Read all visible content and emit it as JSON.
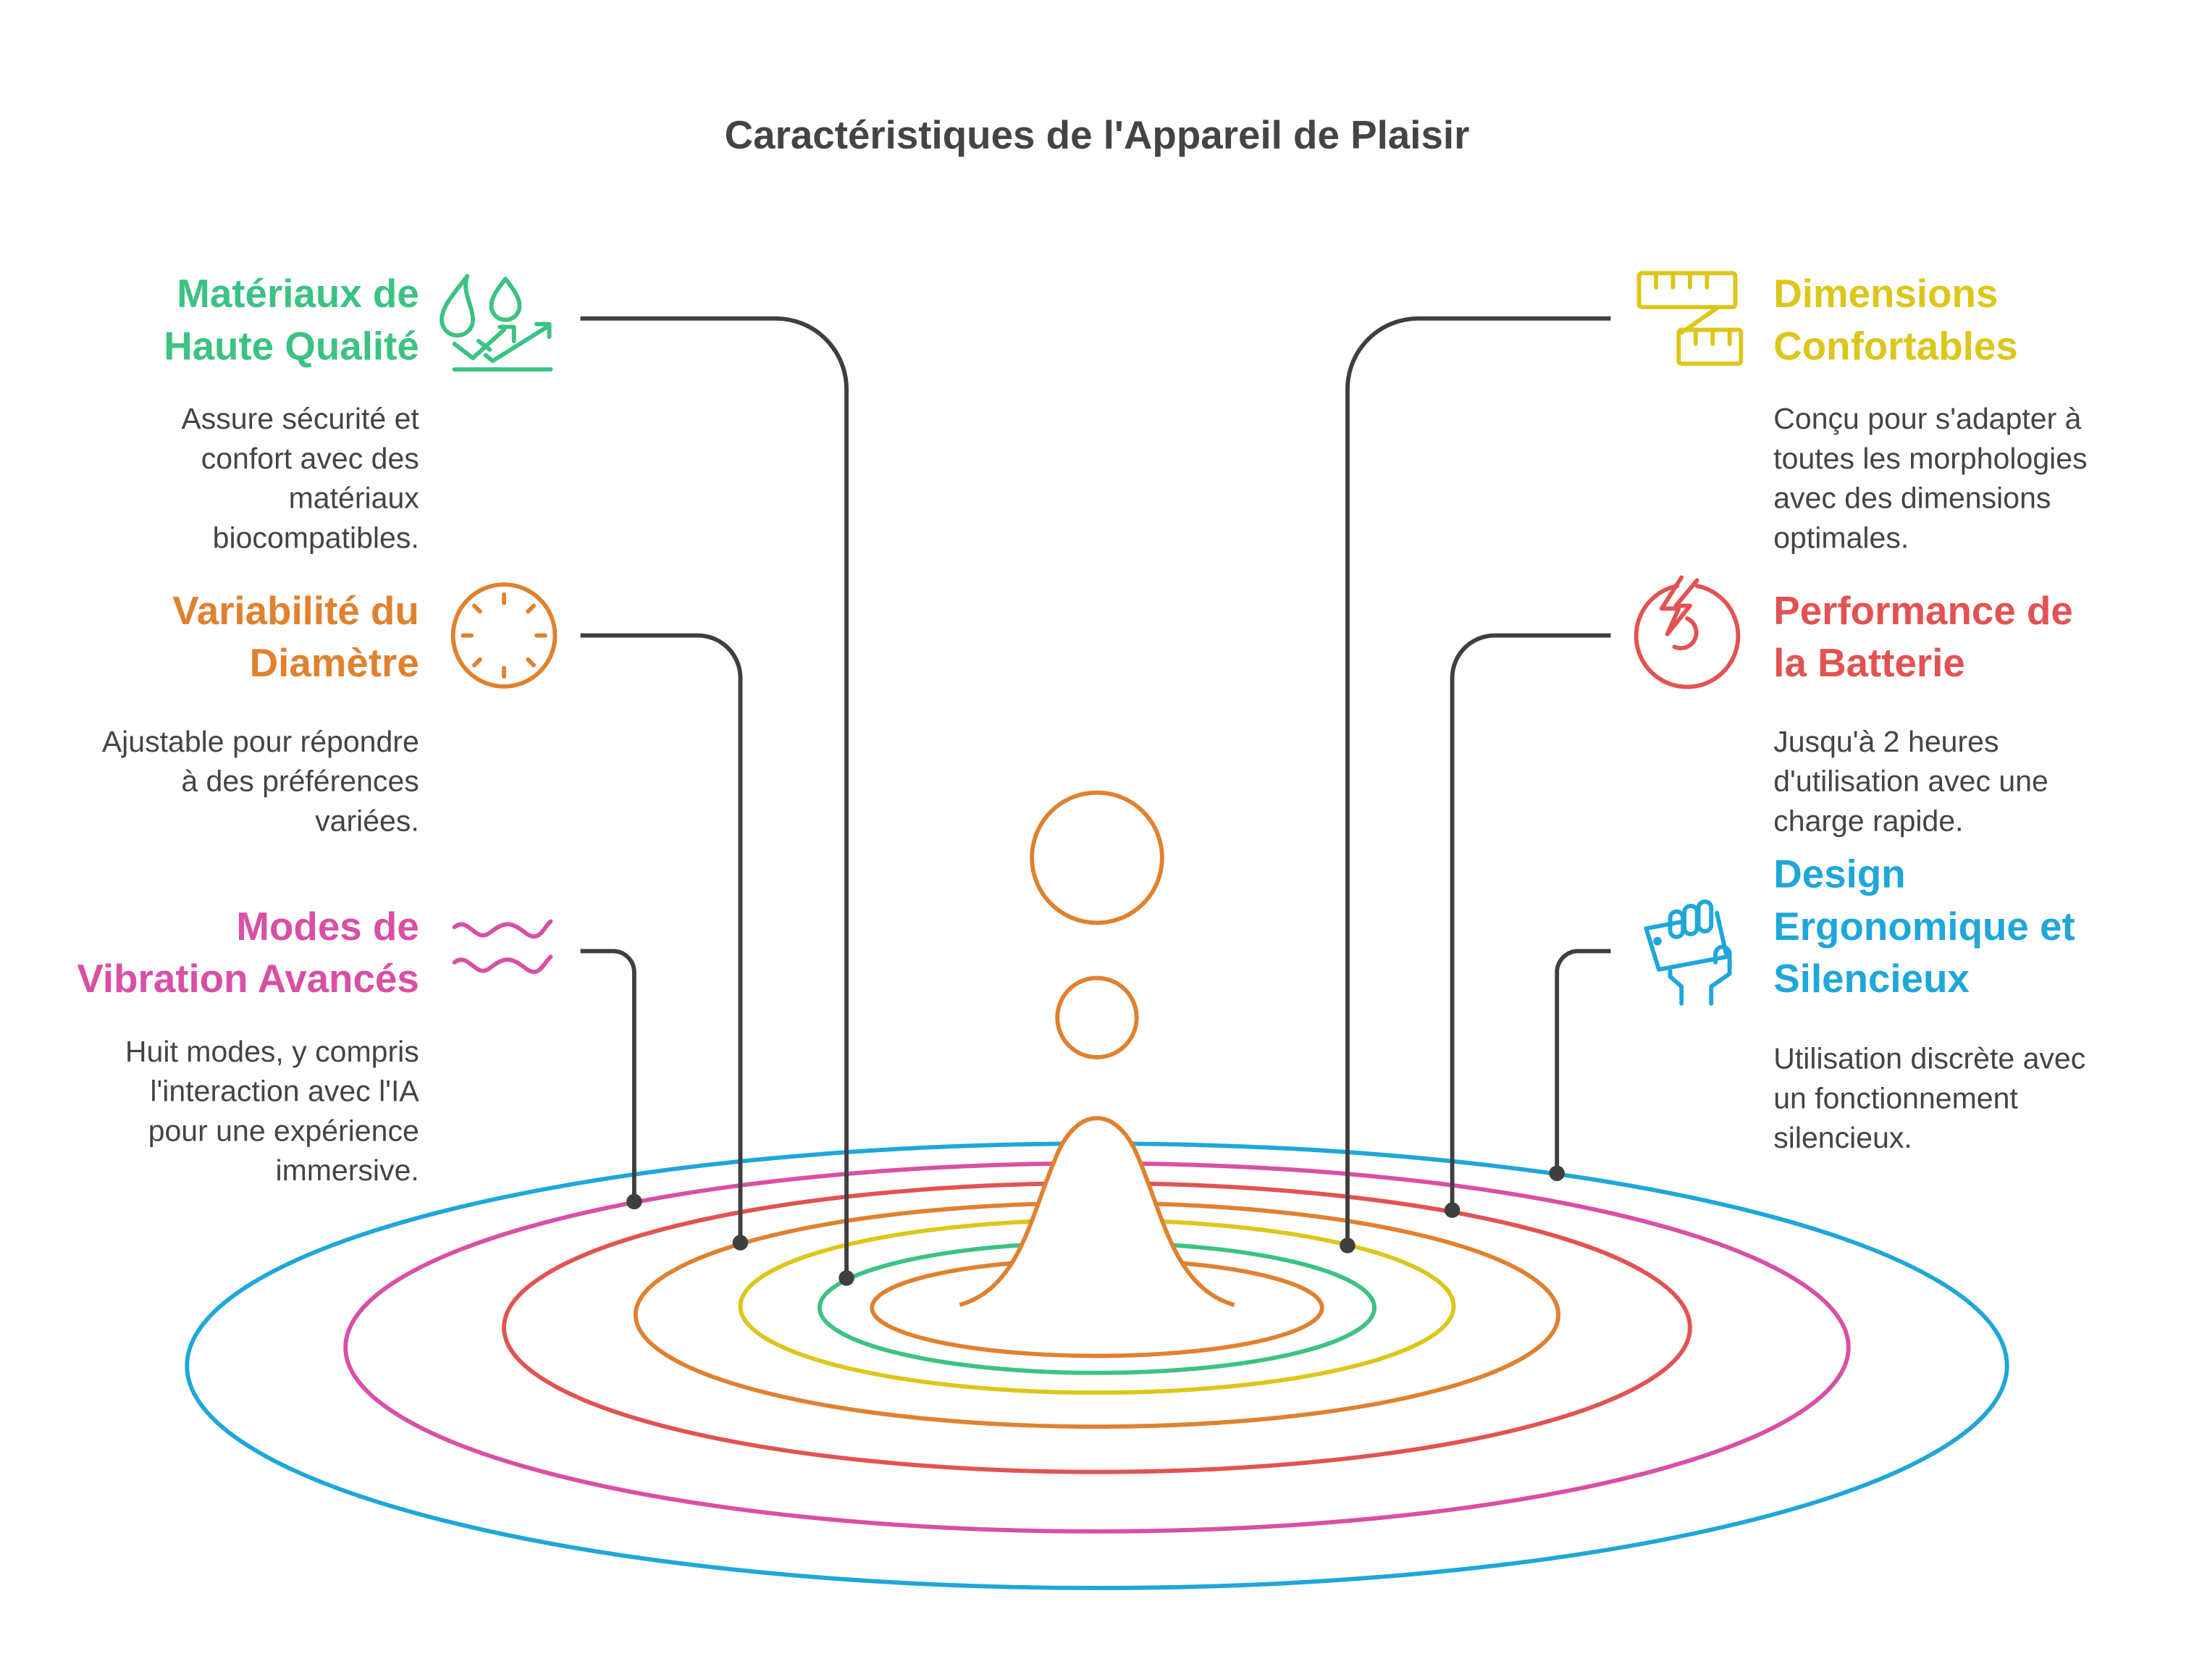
{
  "title": "Caractéristiques de l'Appareil de Plaisir",
  "colors": {
    "green": "#3cc282",
    "orange": "#e0812f",
    "pink": "#d94fa6",
    "yellow": "#ddc61a",
    "red": "#e35252",
    "blue": "#1ea7d8",
    "line": "#3f3f3f"
  },
  "features": [
    {
      "icon": "water-drops-growth-icon",
      "title": [
        "Matériaux de",
        "Haute Qualité"
      ],
      "desc": [
        "Assure sécurité et",
        "confort avec des",
        "matériaux",
        "biocompatibles."
      ]
    },
    {
      "icon": "dial-icon",
      "title": [
        "Variabilité du",
        "Diamètre"
      ],
      "desc": [
        "Ajustable pour répondre",
        "à des préférences",
        "variées."
      ]
    },
    {
      "icon": "wave-icon",
      "title": [
        "Modes de",
        "Vibration Avancés"
      ],
      "desc": [
        "Huit modes, y compris",
        "l'interaction avec l'IA",
        "pour une expérience",
        "immersive."
      ]
    },
    {
      "icon": "ruler-icon",
      "title": [
        "Dimensions",
        "Confortables"
      ],
      "desc": [
        "Conçu pour s'adapter à",
        "toutes les morphologies",
        "avec des dimensions",
        "optimales."
      ]
    },
    {
      "icon": "battery-bolt-icon",
      "title": [
        "Performance de",
        "la Batterie"
      ],
      "desc": [
        "Jusqu'à 2 heures",
        "d'utilisation avec une",
        "charge rapide."
      ]
    },
    {
      "icon": "hand-holding-device-icon",
      "title": [
        "Design",
        "Ergonomique et",
        "Silencieux"
      ],
      "desc": [
        "Utilisation discrète avec",
        "un fonctionnement",
        "silencieux."
      ]
    }
  ]
}
